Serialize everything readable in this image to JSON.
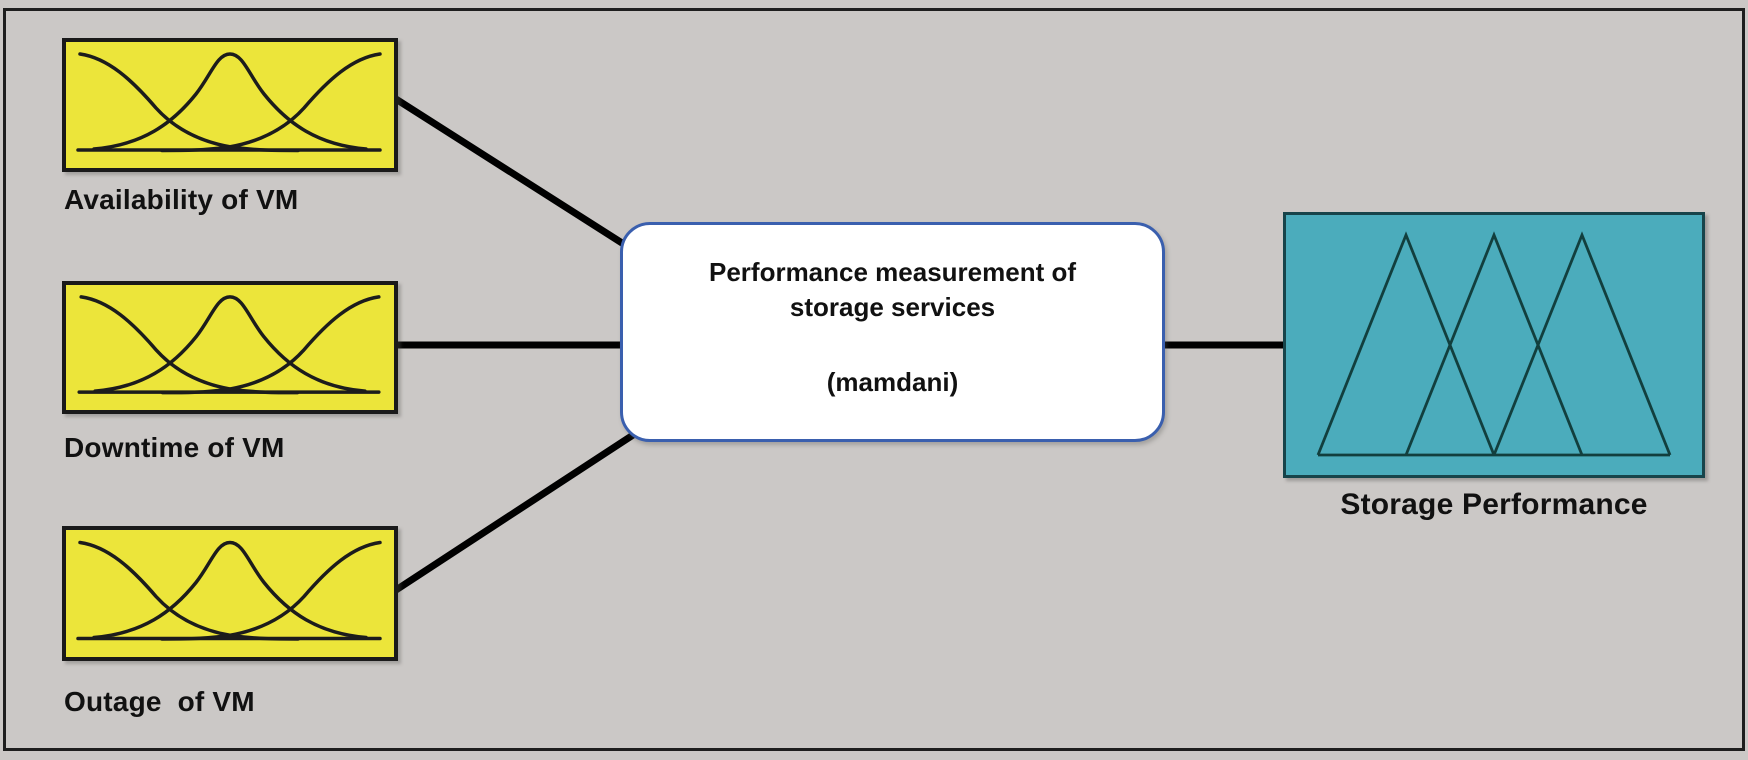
{
  "colors": {
    "background": "#cbc8c6",
    "input_fill": "#ece53a",
    "input_border": "#1a1a1a",
    "output_fill": "#4bacbc",
    "output_border": "#17444a",
    "process_border": "#3a5fae",
    "process_fill": "#ffffff",
    "connector": "#000000",
    "text": "#111111"
  },
  "inputs": [
    {
      "label": "Availability of VM",
      "icon": "gaussian-mf-icon"
    },
    {
      "label": "Downtime of VM",
      "icon": "gaussian-mf-icon"
    },
    {
      "label": "Outage  of VM",
      "icon": "gaussian-mf-icon"
    }
  ],
  "process": {
    "title": "Performance measurement of storage services",
    "subtitle": "(mamdani)"
  },
  "output": {
    "label": "Storage Performance",
    "icon": "triangular-mf-icon"
  }
}
